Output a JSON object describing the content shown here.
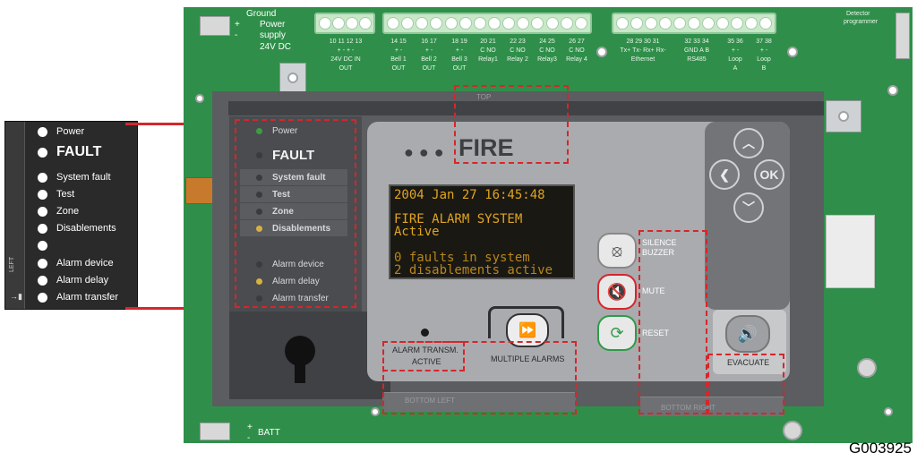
{
  "left_legend": {
    "items": [
      {
        "label": "Power"
      },
      {
        "label": "FAULT"
      },
      {
        "label": "System fault"
      },
      {
        "label": "Test"
      },
      {
        "label": "Zone"
      },
      {
        "label": "Disablements"
      },
      {
        "label": ""
      },
      {
        "label": "Alarm device"
      },
      {
        "label": "Alarm delay"
      },
      {
        "label": "Alarm transfer"
      }
    ],
    "side_text": "LEFT"
  },
  "board": {
    "ground_label": "Ground",
    "power_label": "Power",
    "supply_label": "supply",
    "voltage_label": "24V DC",
    "batt_label": "BATT",
    "detector_label": "Detector",
    "programmer_label": "programmer",
    "terminal_groups": [
      {
        "numbers": "10  11  12  13",
        "pins": "+   -   +   -",
        "names": "24V DC    IN",
        "sub": "OUT"
      },
      {
        "numbers": "14  15",
        "pins": "+   -",
        "names": "Bell 1",
        "sub": "OUT"
      },
      {
        "numbers": "16  17",
        "pins": "+   -",
        "names": "Bell 2",
        "sub": "OUT"
      },
      {
        "numbers": "18  19",
        "pins": "+   -",
        "names": "Bell 3",
        "sub": "OUT"
      },
      {
        "numbers": "20  21",
        "pins": "C  NO",
        "names": "Relay1",
        "sub": ""
      },
      {
        "numbers": "22  23",
        "pins": "C  NO",
        "names": "Relay 2",
        "sub": ""
      },
      {
        "numbers": "24  25",
        "pins": "C  NO",
        "names": "Relay3",
        "sub": ""
      },
      {
        "numbers": "26  27",
        "pins": "C  NO",
        "names": "Relay 4",
        "sub": ""
      },
      {
        "numbers": "28  29  30  31",
        "pins": "Tx+ Tx- Rx+ Rx-",
        "names": "Ethernet",
        "sub": ""
      },
      {
        "numbers": "32  33  34",
        "pins": "GND  A   B",
        "names": "RS485",
        "sub": ""
      },
      {
        "numbers": "35  36",
        "pins": "+   -",
        "names": "Loop",
        "sub": "A"
      },
      {
        "numbers": "37  38",
        "pins": "+   -",
        "names": "Loop",
        "sub": "B"
      }
    ]
  },
  "panel": {
    "top_label": "TOP",
    "brand": "FIRE",
    "status_leds": [
      {
        "label": "Power",
        "color": "#3e9a45"
      },
      {
        "label": "FAULT",
        "color": ""
      },
      {
        "label": "System fault",
        "color": ""
      },
      {
        "label": "Test",
        "color": ""
      },
      {
        "label": "Zone",
        "color": ""
      },
      {
        "label": "Disablements",
        "color": "#d9b040"
      },
      {
        "label": "Alarm device",
        "color": ""
      },
      {
        "label": "Alarm delay",
        "color": "#d9b040"
      },
      {
        "label": "Alarm transfer",
        "color": ""
      }
    ],
    "lcd": {
      "line1": "2004 Jan 27  16:45:48",
      "line2": "FIRE ALARM SYSTEM",
      "line3": "Active",
      "line4": "0 faults in system",
      "line5": "2 disablements active"
    },
    "buttons": {
      "silence": "SILENCE\nBUZZER",
      "silence_line1": "SILENCE",
      "silence_line2": "BUZZER",
      "mute": "MUTE",
      "reset": "RESET",
      "multiple_alarms": "MULTIPLE ALARMS",
      "alarm_transm_line1": "ALARM TRANSM.",
      "alarm_transm_line2": "ACTIVE",
      "evacuate": "EVACUATE",
      "ok": "OK"
    },
    "bottom_left_label": "BOTTOM LEFT",
    "bottom_right_label": "BOTTOM RIGHT"
  },
  "figure_id": "G003925",
  "colors": {
    "pcb": "#2f8f4a",
    "arrow": "#d6262b",
    "lcd_text": "#e0a520"
  }
}
